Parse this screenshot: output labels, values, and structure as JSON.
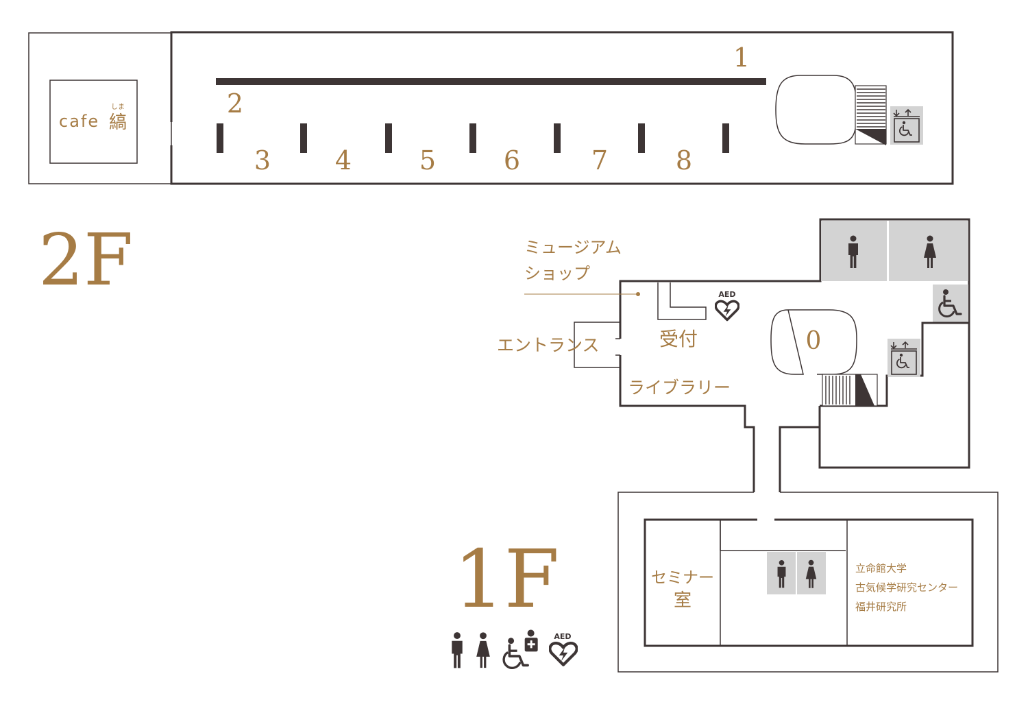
{
  "colors": {
    "accent": "#a67c45",
    "wall": "#3d3535",
    "facility_bg": "#d3d3d3"
  },
  "floor_2f": {
    "label": "2F",
    "cafe": {
      "name": "cafe",
      "kanji": "縞",
      "ruby": "しま"
    },
    "gallery_numbers": [
      "1",
      "2",
      "3",
      "4",
      "5",
      "6",
      "7",
      "8"
    ]
  },
  "floor_1f": {
    "label": "1F",
    "museum_shop": [
      "ミュージアム",
      "ショップ"
    ],
    "entrance": "エントランス",
    "reception": "受付",
    "library": "ライブラリー",
    "room_zero": "0",
    "aed": "AED"
  },
  "annex": {
    "seminar_room": [
      "セミナー",
      "室"
    ],
    "research_center": [
      "立命館大学",
      "古気候学研究センター",
      "福井研究所"
    ]
  },
  "legend": {
    "icons": [
      "male-toilet-icon",
      "female-toilet-icon",
      "multipurpose-toilet-icon",
      "aed-icon"
    ],
    "aed": "AED"
  }
}
